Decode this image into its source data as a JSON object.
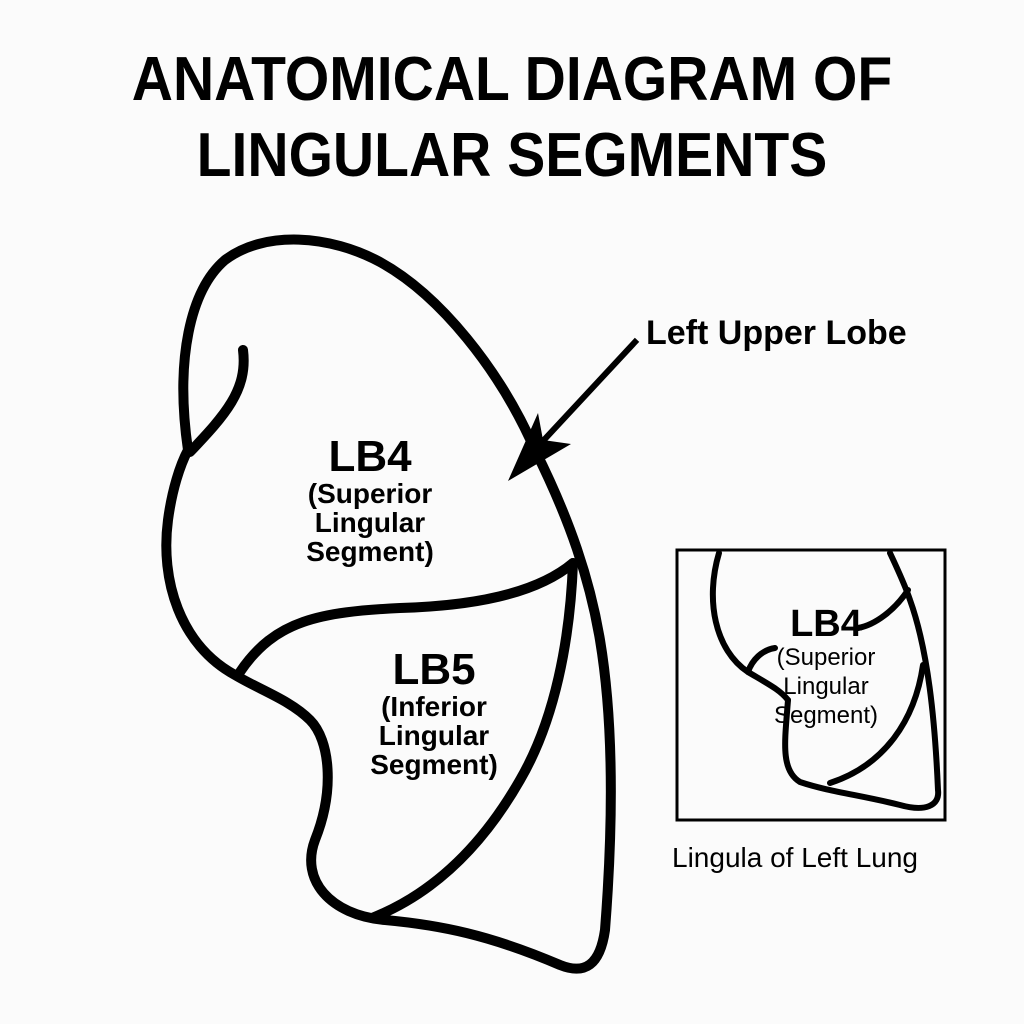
{
  "title": {
    "line1": "ANATOMICAL DIAGRAM OF",
    "line2": "LINGULAR SEGMENTS"
  },
  "main_diagram": {
    "pointer_label": "Left Upper Lobe",
    "segments": [
      {
        "code": "LB4",
        "line1": "(Superior",
        "line2": "Lingular",
        "line3": "Segment)"
      },
      {
        "code": "LB5",
        "line1": "(Inferior",
        "line2": "Lingular",
        "line3": "Segment)"
      }
    ]
  },
  "inset": {
    "segment": {
      "code": "LB4",
      "line1": "(Superior",
      "line2": "Lingular",
      "line3": "Segment)"
    },
    "caption": "Lingula of Left Lung"
  },
  "colors": {
    "background": "#fbfbfb",
    "stroke": "#000000"
  }
}
